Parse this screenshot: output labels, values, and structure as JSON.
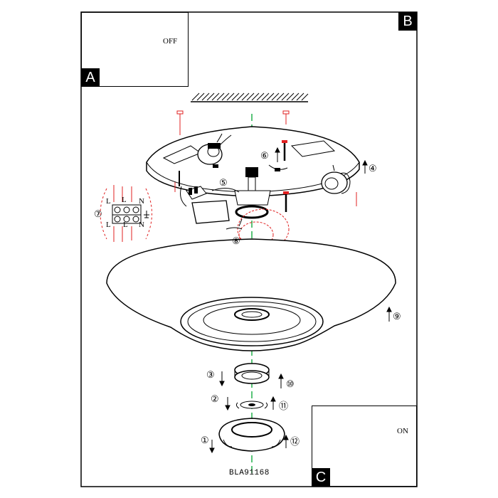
{
  "panels": {
    "a": "A",
    "b": "B",
    "c": "C"
  },
  "switch_off": "OFF",
  "switch_on": "ON",
  "model_code": "BLA91168",
  "terminal_labels": [
    "L",
    "L",
    "N",
    "L",
    "L",
    "N"
  ],
  "steps": {
    "s1": "①",
    "s2": "②",
    "s3": "③",
    "s4": "④",
    "s5": "⑤",
    "s6": "⑥",
    "s7": "⑦",
    "s8": "⑧",
    "s9": "⑨",
    "s10": "⑩",
    "s11": "⑪",
    "s12": "⑫"
  },
  "colors": {
    "axis": "#22b14c",
    "wire": "#e02020",
    "line": "#000000"
  }
}
